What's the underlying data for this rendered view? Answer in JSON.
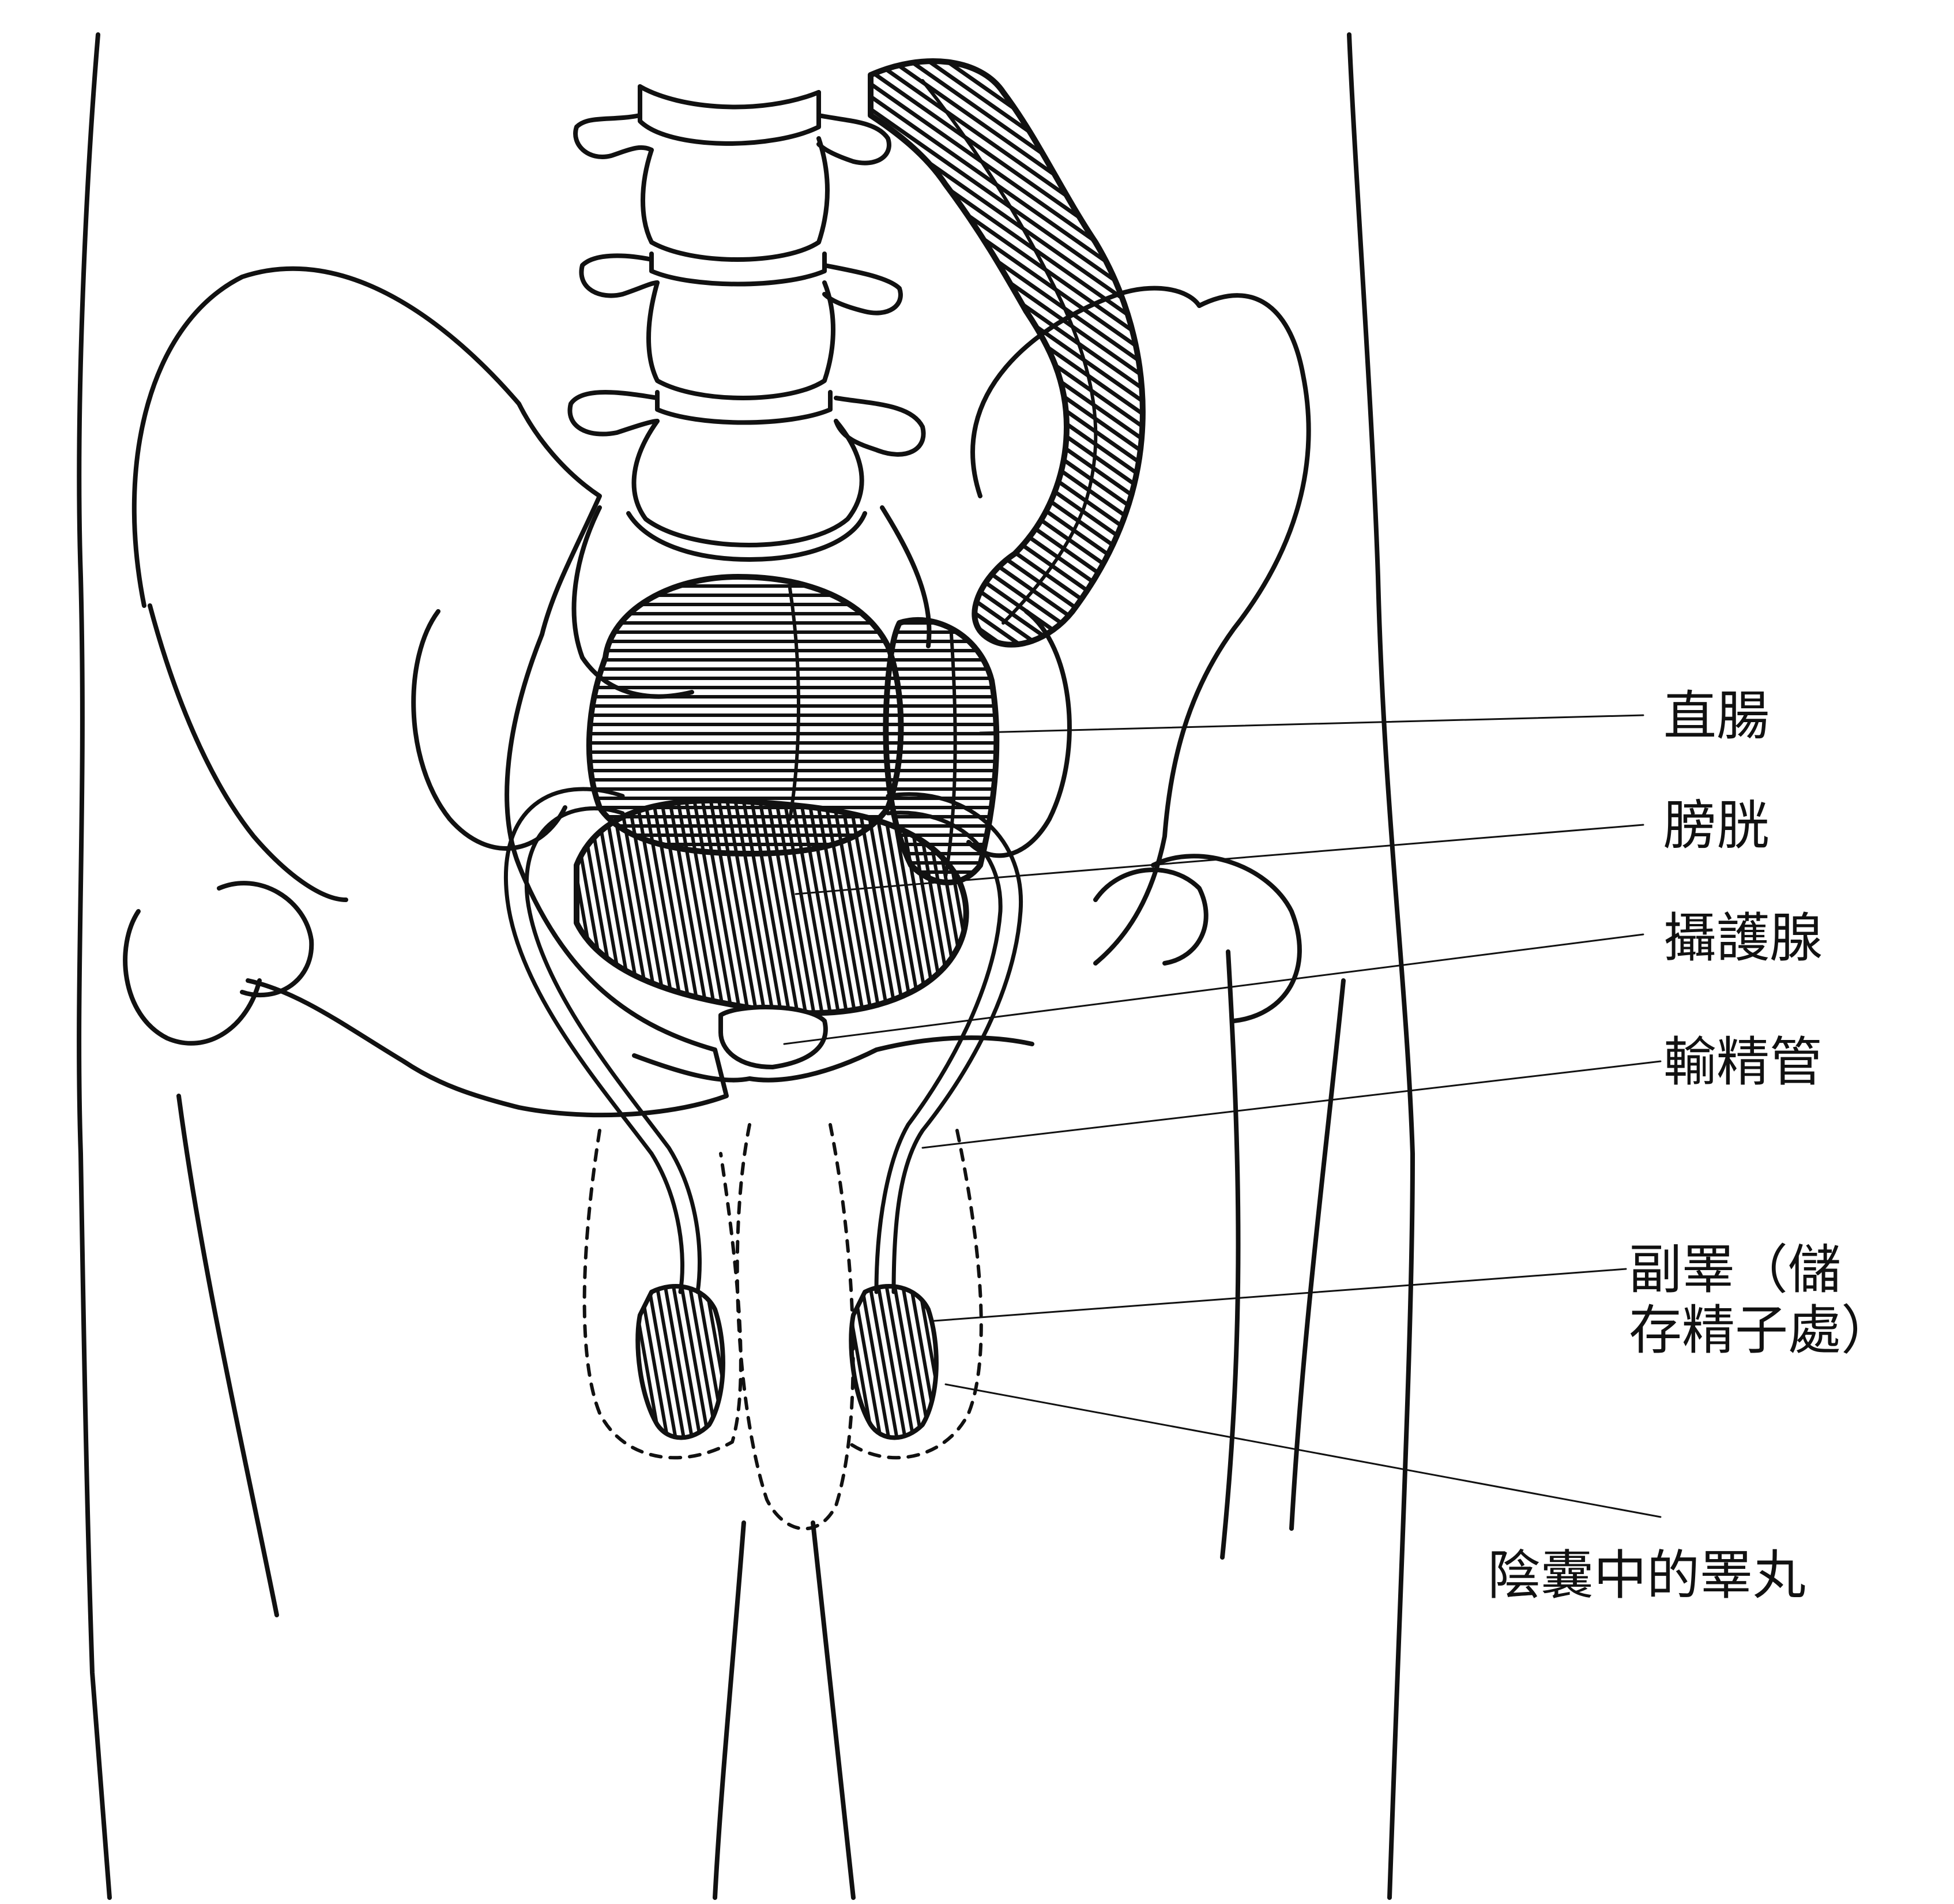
{
  "diagram": {
    "labels": {
      "rectum": "直腸",
      "bladder": "膀胱",
      "prostate": "攝護腺",
      "vas_deferens": "輸精管",
      "epididymis_line1": "副睪（儲",
      "epididymis_line2": "存精子處）",
      "testis": "陰囊中的睪丸"
    }
  },
  "colors": {
    "ink": "#111111",
    "paper": "#ffffff"
  }
}
